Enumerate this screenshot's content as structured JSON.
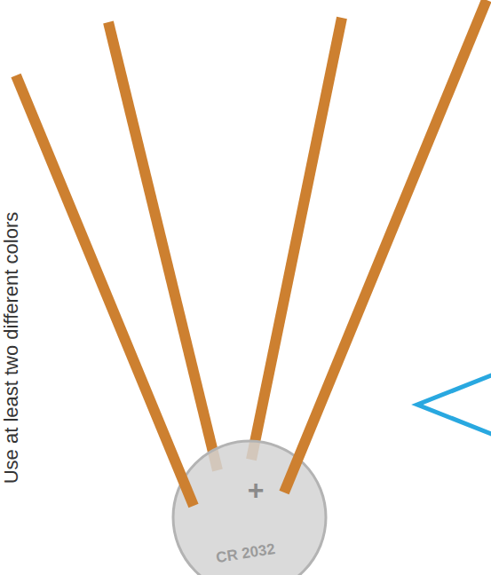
{
  "diagram": {
    "nodes": [
      {
        "text": [
          "+",
          "CR 2032"
        ]
      }
    ],
    "labels": [
      "Use at least two different colors"
    ]
  }
}
